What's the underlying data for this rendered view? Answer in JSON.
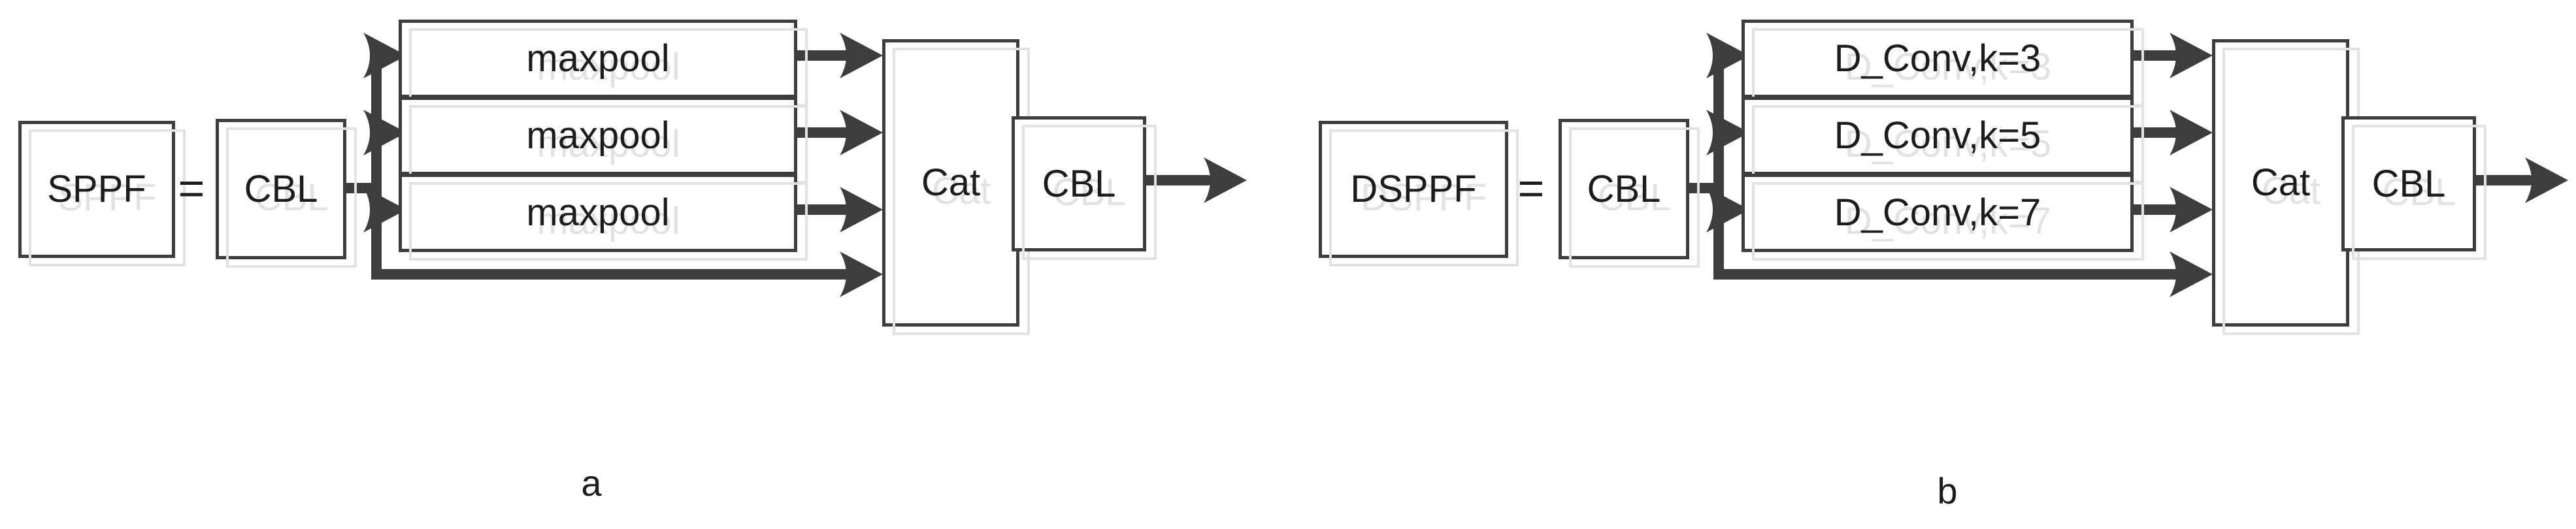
{
  "figure": {
    "background_color": "#ffffff",
    "line_color": "#3d3d3d",
    "shadow_color": "#e2e2e2",
    "text_color": "#1c1c1c",
    "diagrams": [
      {
        "caption": "a",
        "module": "SPPF",
        "equals": "=",
        "cbl_in": "CBL",
        "branches": [
          "maxpool",
          "maxpool",
          "maxpool"
        ],
        "concat": "Cat",
        "cbl_out": "CBL"
      },
      {
        "caption": "b",
        "module": "DSPPF",
        "equals": "=",
        "cbl_in": "CBL",
        "branches": [
          "D_Conv,k=3",
          "D_Conv,k=5",
          "D_Conv,k=7"
        ],
        "concat": "Cat",
        "cbl_out": "CBL"
      }
    ]
  }
}
